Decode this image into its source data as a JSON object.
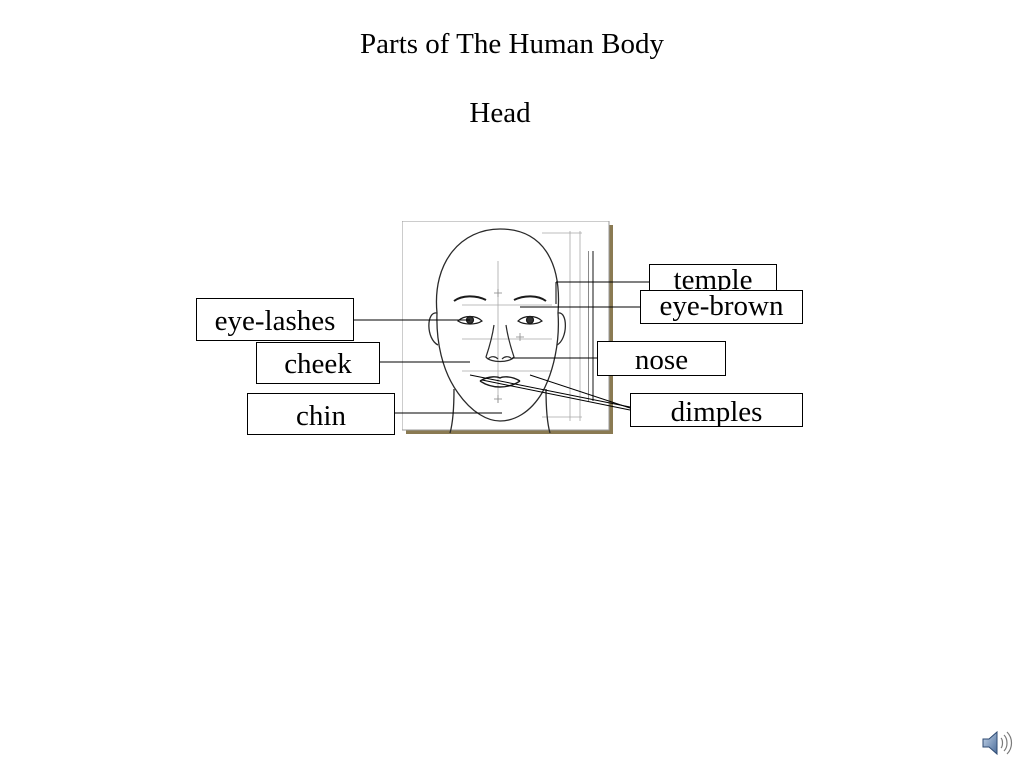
{
  "title": "Parts of The Human Body",
  "subtitle": "Head",
  "labels": {
    "temple": "temple",
    "eye_brown": "eye-brown",
    "eye_lashes": "eye-lashes",
    "cheek": "cheek",
    "nose": "nose",
    "chin": "chin",
    "dimples": "dimples"
  },
  "figure": {
    "icon": "face-diagram-illustration"
  },
  "controls": {
    "speaker_icon": "speaker-icon"
  }
}
